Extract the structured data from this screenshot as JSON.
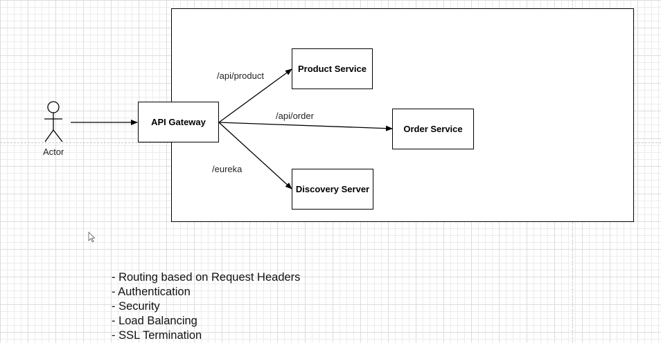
{
  "diagram": {
    "actor": {
      "label": "Actor"
    },
    "nodes": {
      "api_gateway": "API Gateway",
      "product_service": "Product Service",
      "order_service": "Order Service",
      "discovery_server": "Discovery Server"
    },
    "edges": {
      "product": "/api/product",
      "order": "/api/order",
      "eureka": "/eureka"
    },
    "notes": [
      "- Routing based on Request Headers",
      "- Authentication",
      "- Security",
      "- Load Balancing",
      "- SSL Termination"
    ]
  }
}
